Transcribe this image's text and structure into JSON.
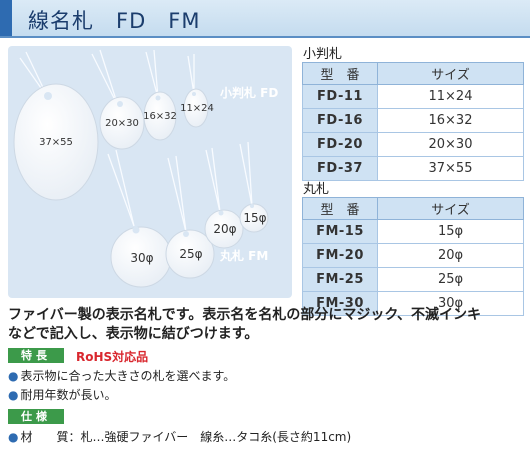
{
  "header": {
    "title": "線名札　FD　FM"
  },
  "photo": {
    "oval_sizes": [
      "37×55",
      "20×30",
      "16×32",
      "11×24"
    ],
    "oval_group_label": "小判札 FD",
    "round_sizes": [
      "30φ",
      "25φ",
      "20φ",
      "15φ"
    ],
    "round_group_label": "丸札 FM"
  },
  "oval_table": {
    "caption": "小判札",
    "col_model": "型　番",
    "col_size": "サイズ",
    "rows": [
      {
        "model": "FD-11",
        "size": "11×24"
      },
      {
        "model": "FD-16",
        "size": "16×32"
      },
      {
        "model": "FD-20",
        "size": "20×30"
      },
      {
        "model": "FD-37",
        "size": "37×55"
      }
    ]
  },
  "round_table": {
    "caption": "丸札",
    "col_model": "型　番",
    "col_size": "サイズ",
    "rows": [
      {
        "model": "FM-15",
        "size": "15φ"
      },
      {
        "model": "FM-20",
        "size": "20φ"
      },
      {
        "model": "FM-25",
        "size": "25φ"
      },
      {
        "model": "FM-30",
        "size": "30φ"
      }
    ]
  },
  "description": {
    "line1": "ファイバー製の表示名札です。表示名を名札の部分にマジック、不滅インキ",
    "line2": "などで記入し、表示物に結びつけます。"
  },
  "features": {
    "badge": "特長",
    "rohs": "RoHS対応品",
    "items": [
      "表示物に合った大きさの札を選べます。",
      "耐用年数が長い。"
    ]
  },
  "specs": {
    "badge": "仕様",
    "material": "材　　質：札…強硬ファイバー　線糸…タコ糸(長さ約11cm)"
  },
  "colors": {
    "accent": "#2e6bb1",
    "badge_green": "#3c9a4a",
    "rohs_red": "#d9272e",
    "table_header": "#cfe2f3"
  }
}
